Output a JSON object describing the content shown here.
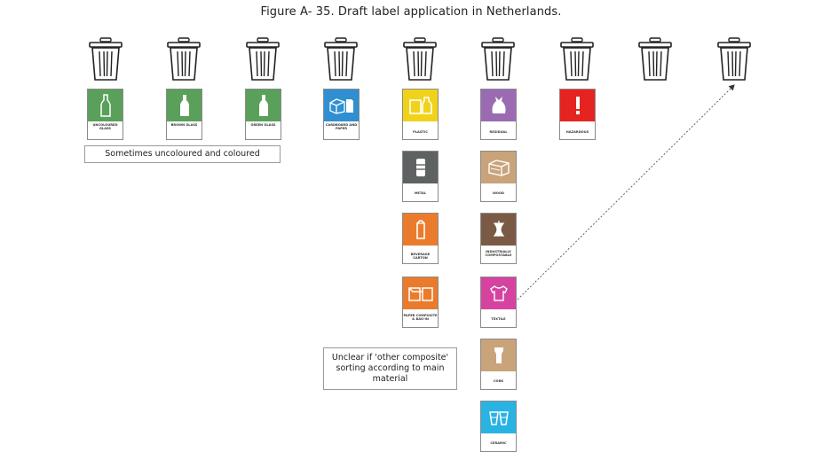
{
  "figure": {
    "title": "Figure A- 35. Draft label application in Netherlands."
  },
  "bins": [
    "bin-1",
    "bin-2",
    "bin-3",
    "bin-4",
    "bin-5",
    "bin-6",
    "bin-7",
    "bin-8",
    "bin-9"
  ],
  "labels": {
    "uncoloured_glass": "UNCOLOURED GLASS",
    "brown_glass": "BROWN GLASS",
    "green_glass": "GREEN GLASS",
    "cardboard_paper": "CARDBOARD AND PAPER",
    "plastic": "PLASTIC",
    "metal": "METAL",
    "beverage_carton": "BEVERAGE CARTON",
    "paper_composite": "PAPER COMPOSITE & BAG-IN",
    "residual": "RESIDUAL",
    "wood": "WOOD",
    "industrially_compostable": "INDUSTRIALLY COMPOSTABLE",
    "textile": "TEXTILE",
    "cork": "CORK",
    "ceramic": "CERAMIC",
    "hazardous": "HAZARDOUS"
  },
  "notes": {
    "glass_note": "Sometimes uncoloured and coloured",
    "composite_note": "Unclear if 'other composite' sorting according to main material"
  },
  "colors": {
    "glass": "#5aa05a",
    "cardboard": "#2f8fd0",
    "plastic": "#f1d21a",
    "metal": "#5f6262",
    "orange": "#ea7b2c",
    "residual": "#9a6bb3",
    "wood": "#c9a37a",
    "compostable": "#7b5a45",
    "textile": "#d6429f",
    "cork": "#c9a37a",
    "ceramic": "#29b3e2",
    "hazardous": "#e52421"
  }
}
